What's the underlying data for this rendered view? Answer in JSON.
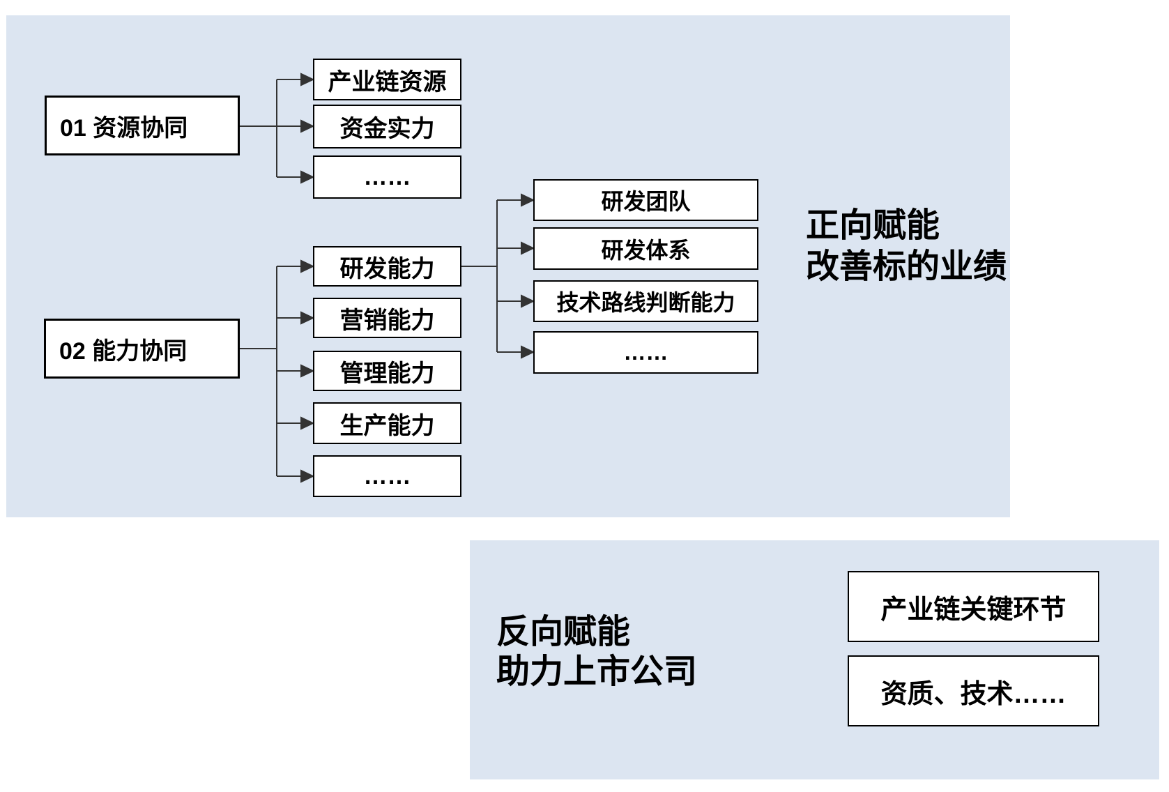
{
  "page": {
    "background": "#ffffff"
  },
  "colors": {
    "panel_bg": "#dce5f1",
    "box_bg": "#ffffff",
    "box_border": "#000000",
    "connector": "#333333",
    "text": "#000000"
  },
  "top_panel": {
    "group1": {
      "label": "01 资源协同",
      "children": {
        "c1": "产业链资源",
        "c2": "资金实力",
        "c3": "……"
      }
    },
    "group2": {
      "label": "02 能力协同",
      "children": {
        "c1": "研发能力",
        "c2": "营销能力",
        "c3": "管理能力",
        "c4": "生产能力",
        "c5": "……"
      }
    },
    "sub": {
      "children": {
        "c1": "研发团队",
        "c2": "研发体系",
        "c3": "技术路线判断能力",
        "c4": "……"
      }
    },
    "caption": {
      "line1": "正向赋能",
      "line2": "改善标的业绩"
    }
  },
  "bottom_panel": {
    "caption": {
      "line1": "反向赋能",
      "line2": "助力上市公司"
    },
    "boxes": {
      "b1": "产业链关键环节",
      "b2": "资质、技术……"
    }
  }
}
